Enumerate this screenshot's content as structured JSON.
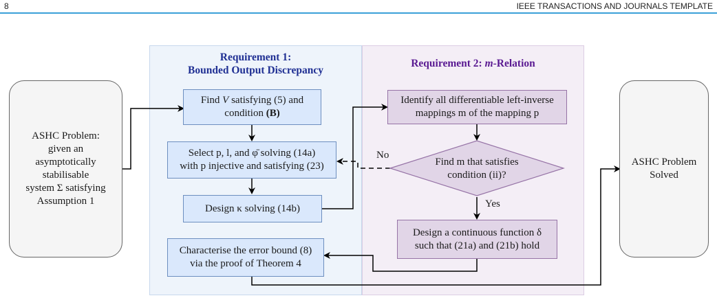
{
  "header": {
    "page_number": "8",
    "journal": "IEEE TRANSACTIONS AND JOURNALS TEMPLATE"
  },
  "requirement1": {
    "title_line1": "Requirement 1:",
    "title_line2": "Bounded Output Discrepancy",
    "box1": {
      "pre": "Find ",
      "var": "V",
      "post": " satisfying (5) and",
      "line2_pre": "condition ",
      "line2_bold": "(B)"
    },
    "box2": {
      "line1": "Select p, l, and φ̄ solving (14a)",
      "line2": "with p injective and satisfying (23)"
    },
    "box3": "Design κ solving (14b)",
    "box4": {
      "line1": "Characterise the error bound (8)",
      "line2": "via the proof of Theorem 4"
    }
  },
  "requirement2": {
    "title_prefix": "Requirement 2: ",
    "title_var": "m",
    "title_suffix": "-Relation",
    "box1": {
      "line1": "Identify all differentiable left-inverse",
      "line2": "mappings m of the mapping p"
    },
    "decision": {
      "line1": "Find m that satisfies",
      "line2": "condition (ii)?"
    },
    "box3": {
      "line1": "Design a continuous function δ",
      "line2": "such that (21a) and (21b) hold"
    }
  },
  "problem_start": {
    "lines": [
      "ASHC Problem:",
      "given an",
      "asymptotically",
      "stabilisable",
      "system Σ satisfying",
      "Assumption 1"
    ]
  },
  "problem_end": {
    "lines": [
      "ASHC Problem",
      "Solved"
    ]
  },
  "labels": {
    "no": "No",
    "yes": "Yes"
  }
}
